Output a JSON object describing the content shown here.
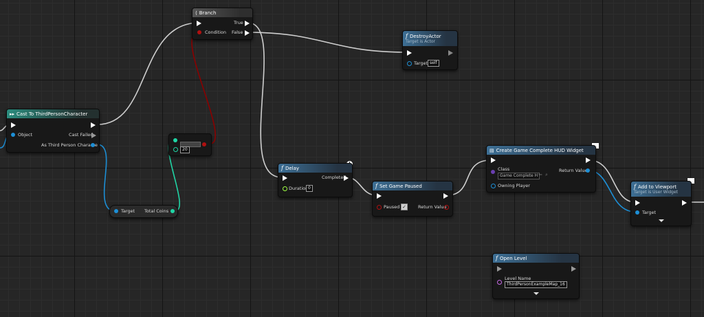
{
  "graph": {
    "colors": {
      "exec": "#ffffff",
      "bool": "#8b0000",
      "object": "#1d8fd6",
      "int": "#20d6a6",
      "float": "#9fff44",
      "widget": "#6a3fb0"
    },
    "nodes": {
      "branch": {
        "title": "Branch",
        "pins": {
          "condition": "Condition",
          "true": "True",
          "false": "False"
        }
      },
      "destroy_actor": {
        "title": "DestroyActor",
        "subtitle": "Target is Actor",
        "pins": {
          "target": "Target",
          "target_value": "self"
        }
      },
      "cast": {
        "title": "Cast To ThirdPersonCharacter",
        "pins": {
          "object": "Object",
          "cast_failed": "Cast Failed",
          "as_character": "As Third Person Characte"
        }
      },
      "compare": {
        "value": "20"
      },
      "get_coins": {
        "pins": {
          "target": "Target",
          "total_coins": "Total Coins"
        }
      },
      "delay": {
        "title": "Delay",
        "pins": {
          "duration": "Duration",
          "duration_value": "0",
          "completed": "Completed"
        }
      },
      "set_game_paused": {
        "title": "Set Game Paused",
        "pins": {
          "paused": "Paused",
          "return_value": "Return Value"
        }
      },
      "create_widget": {
        "title": "Create Game Complete HUD Widget",
        "pins": {
          "class": "Class",
          "class_value": "Game Complete H",
          "owning_player": "Owning Player",
          "return_value": "Return Value"
        }
      },
      "add_to_viewport": {
        "title": "Add to Viewport",
        "subtitle": "Target is User Widget",
        "pins": {
          "target": "Target"
        }
      },
      "open_level": {
        "title": "Open Level",
        "pins": {
          "level_name": "Level Name",
          "level_name_value": "ThirdPersonExampleMap_16"
        }
      }
    }
  }
}
